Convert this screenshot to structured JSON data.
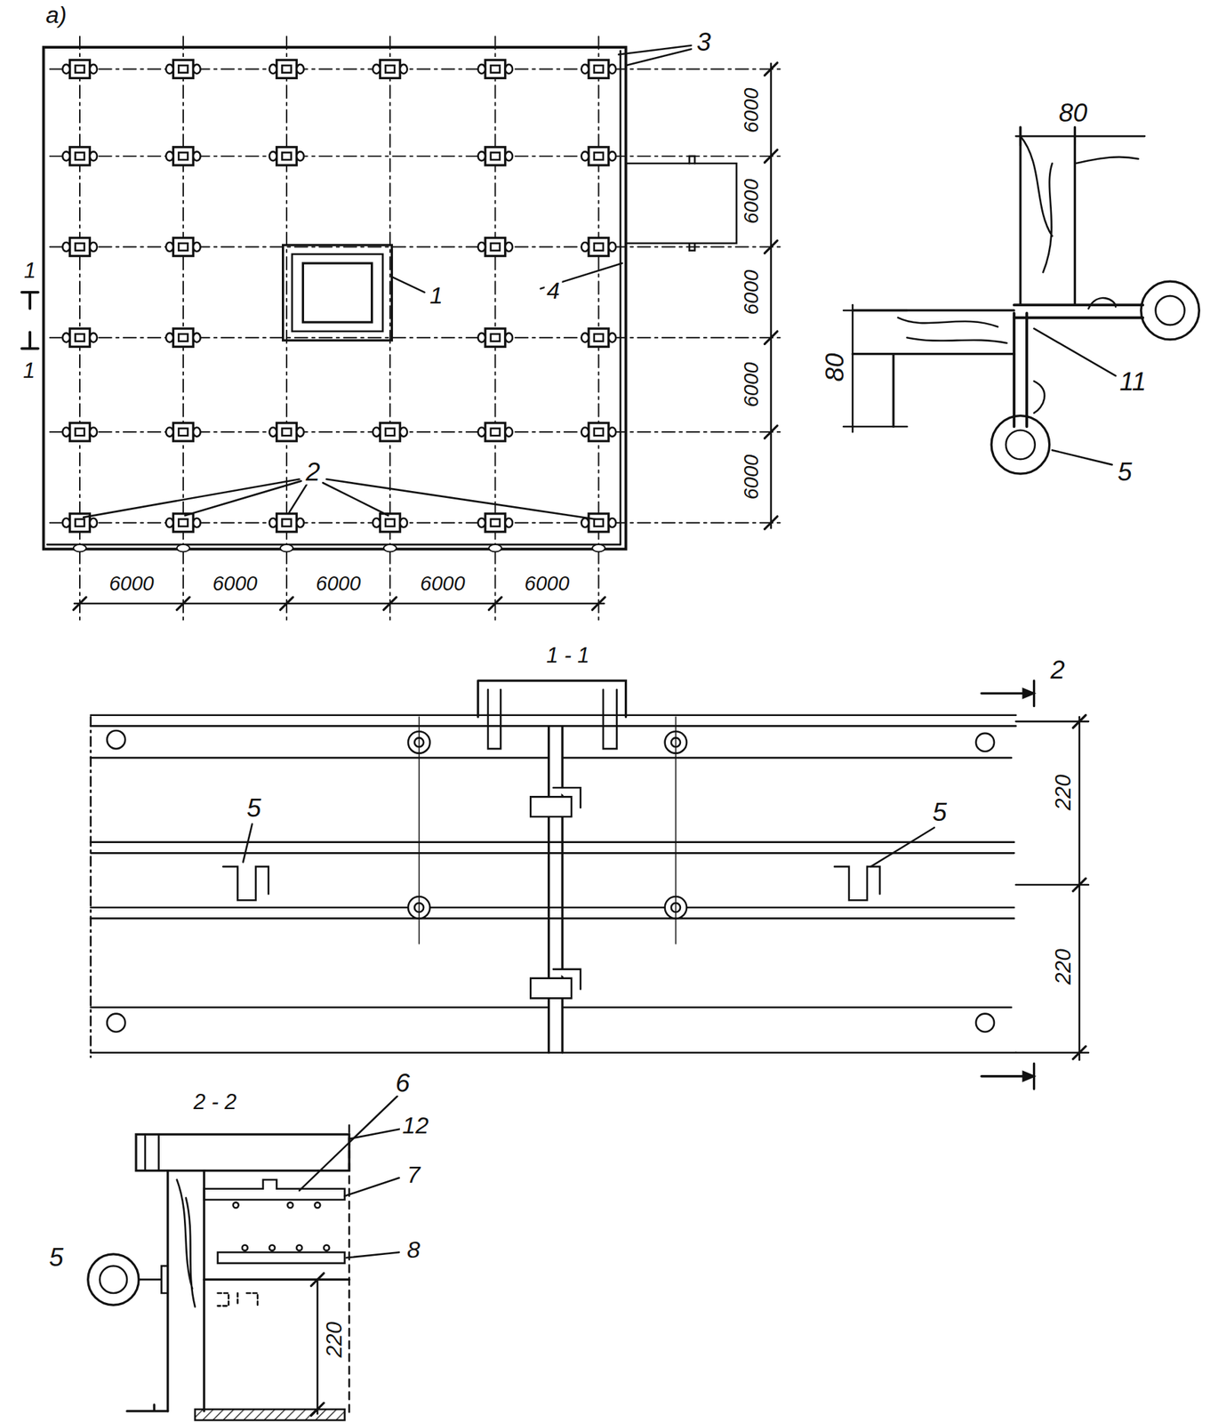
{
  "diagram": {
    "labels": [
      "а)",
      "3",
      "6000",
      "6000",
      "6000",
      "6000",
      "6000",
      "1",
      "4",
      "1",
      "1",
      "2",
      "6000",
      "6000",
      "6000",
      "6000",
      "6000",
      "80",
      "80",
      "11",
      "5",
      "1 - 1",
      "2",
      "5",
      "5",
      "220",
      "220",
      "2 - 2",
      "6",
      "12",
      "7",
      "5",
      "8",
      "220"
    ]
  }
}
